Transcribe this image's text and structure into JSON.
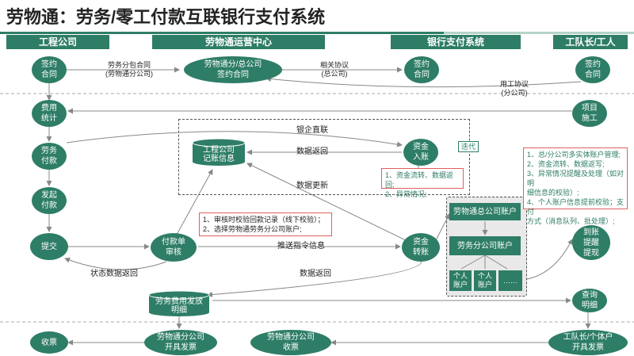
{
  "title": "劳物通：劳务/零工付款互联银行支付系统",
  "headers": {
    "company": "工程公司",
    "center": "劳物通运营中心",
    "bank": "银行支付系统",
    "worker": "工队长/工人"
  },
  "nodes": {
    "sign_company": "签约\n合同",
    "sign_center": "劳物通分/总公司\n签约合同",
    "sign_bank": "签约\n合同",
    "sign_worker": "签约\n合同",
    "fee_stat": "费用\n统计",
    "project": "项目\n施工",
    "labor_pay": "劳务\n付款",
    "company_ledger": "工程公司\n记账信息",
    "fund_in": "资金\n入账",
    "init_pay": "发起\n付款",
    "submit": "提交",
    "payment_review": "付款单\n审核",
    "fund_transfer": "资金\n转账",
    "arrival_remind": "到账\n提醒\n提现",
    "fee_detail": "劳务费用发放\n明细",
    "query_detail": "查询\n明细",
    "receive_invoice": "收票",
    "branch_invoice": "劳物通分公司\n开具发票",
    "branch_receive": "劳物通分公司\n收票",
    "worker_invoice": "工队长/个体户\n开具发票"
  },
  "accounts": {
    "head": "劳物通总公司账户",
    "branch": "劳务分公司账户",
    "personal1": "个人\n账户",
    "personal2": "个人\n账户",
    "more": "……"
  },
  "labels": {
    "subcontract": "劳务分包合同\n(劳物通分公司)",
    "related": "相关协议\n(总公司)",
    "employment": "用工协议\n(分公司)",
    "bank_direct": "银企直联",
    "data_return1": "数据返回",
    "data_update": "数据更新",
    "status_return": "状态数据返回",
    "send_cmd": "推送指令信息",
    "data_return2": "数据返回",
    "iterate": "迭代"
  },
  "notes": {
    "fund_flow": "1、资金流转、数据返回;\n2、异常情况;",
    "review": "1、审核时校验回款记录（线下校验）；\n2、选择劳物通劳务分公司账户;",
    "right": "1、总/分公司多实体账户管理;\n2、资金流转、数据返写;\n3、异常情况提醒及处理（如对明\n细信息的校验）;\n4、个人账户信息提前校验；支付\n方式（消息队列、批处理）;"
  },
  "colors": {
    "primary": "#2e7d67",
    "note_border": "#e06060"
  }
}
